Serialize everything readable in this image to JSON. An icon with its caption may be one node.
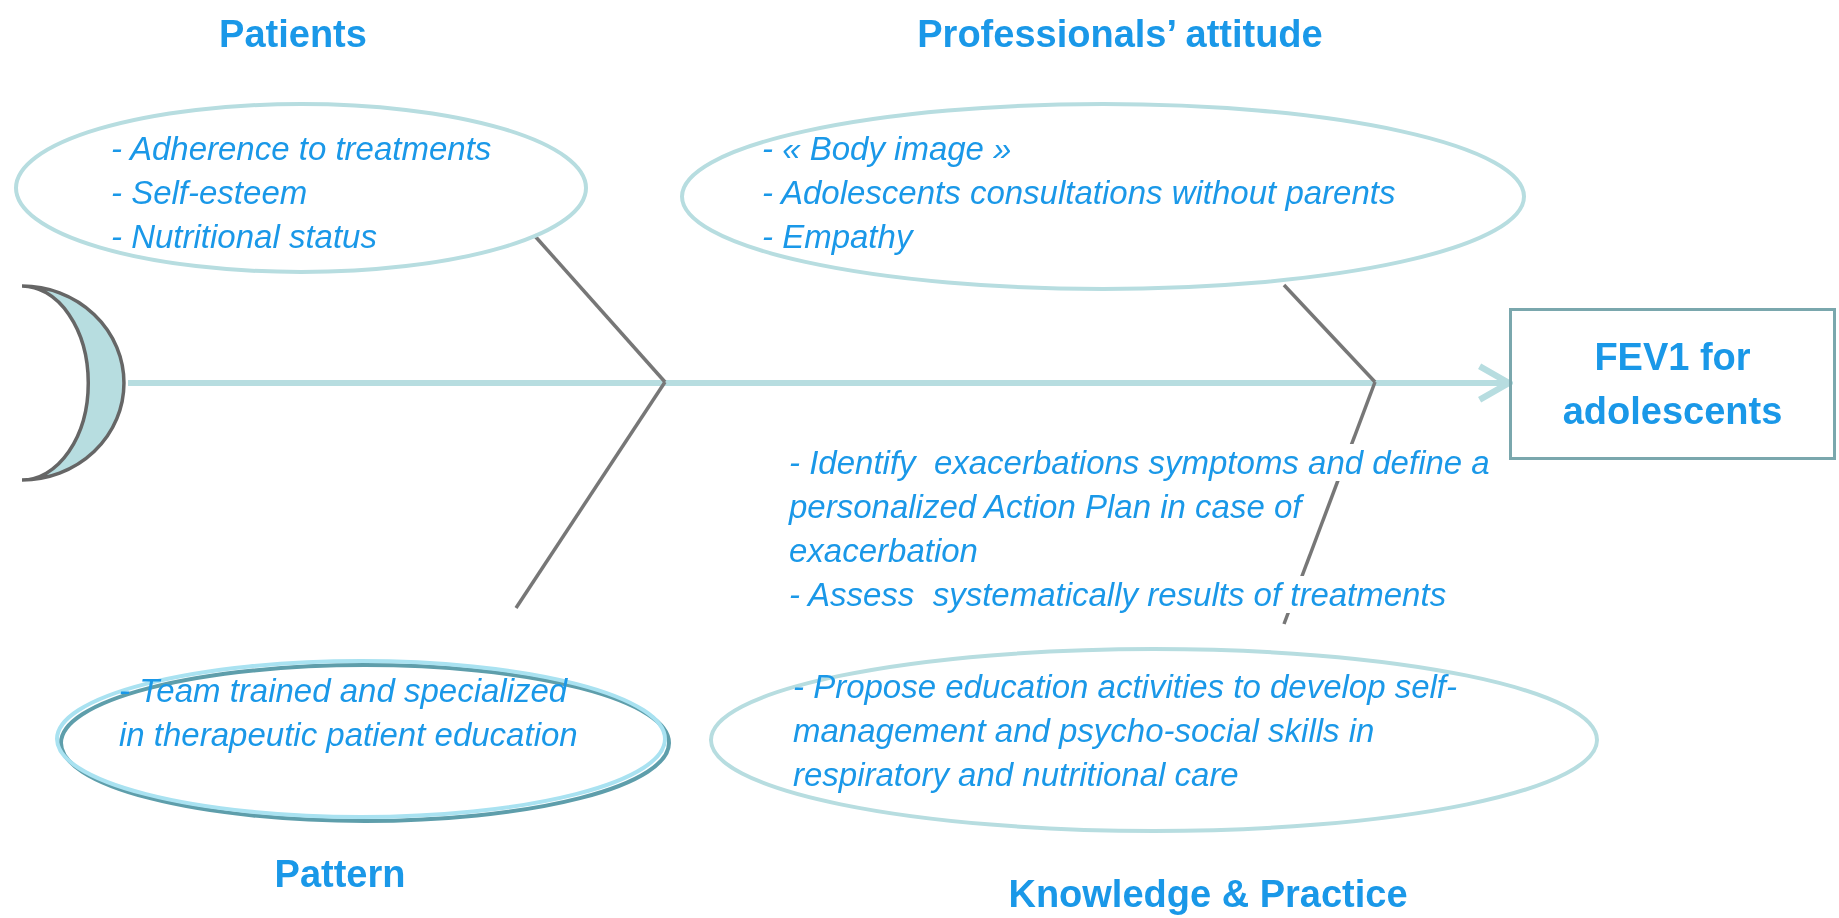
{
  "diagram": {
    "nodes": [
      {
        "text": [],
        "shape": "crescent"
      },
      {
        "text": [
          "Patients",
          "- Adherence to treatments",
          "- Self-esteem",
          "- Nutritional status"
        ]
      },
      {
        "text": [
          "Professionals’ attitude",
          "- « Body image »",
          "- Adolescents consultations without parents",
          "- Empathy"
        ]
      },
      {
        "text": [
          "- Team trained and specialized in therapeutic patient education",
          "Pattern"
        ]
      },
      {
        "text": [
          "- Propose education activities to develop self-management and psycho-social skills in respiratory and nutritional care",
          "Knowledge & Practice"
        ],
        "beside": [
          "- Identify  exacerbations symptoms and define a personalized Action Plan in case of exacerbation",
          "- Assess  systematically results of treatments"
        ]
      },
      {
        "text": [
          "FEV1 for adolescents"
        ]
      }
    ],
    "edges": [
      {
        "from": 0,
        "to": 5,
        "arrow": "to",
        "color": "#b7dde0"
      },
      {
        "from": 1,
        "to": null,
        "arrow": "none"
      },
      {
        "from": 3,
        "to": null,
        "arrow": "none"
      },
      {
        "from": 2,
        "to": null,
        "arrow": "none"
      },
      {
        "from": 4,
        "to": null,
        "arrow": "none"
      }
    ]
  }
}
